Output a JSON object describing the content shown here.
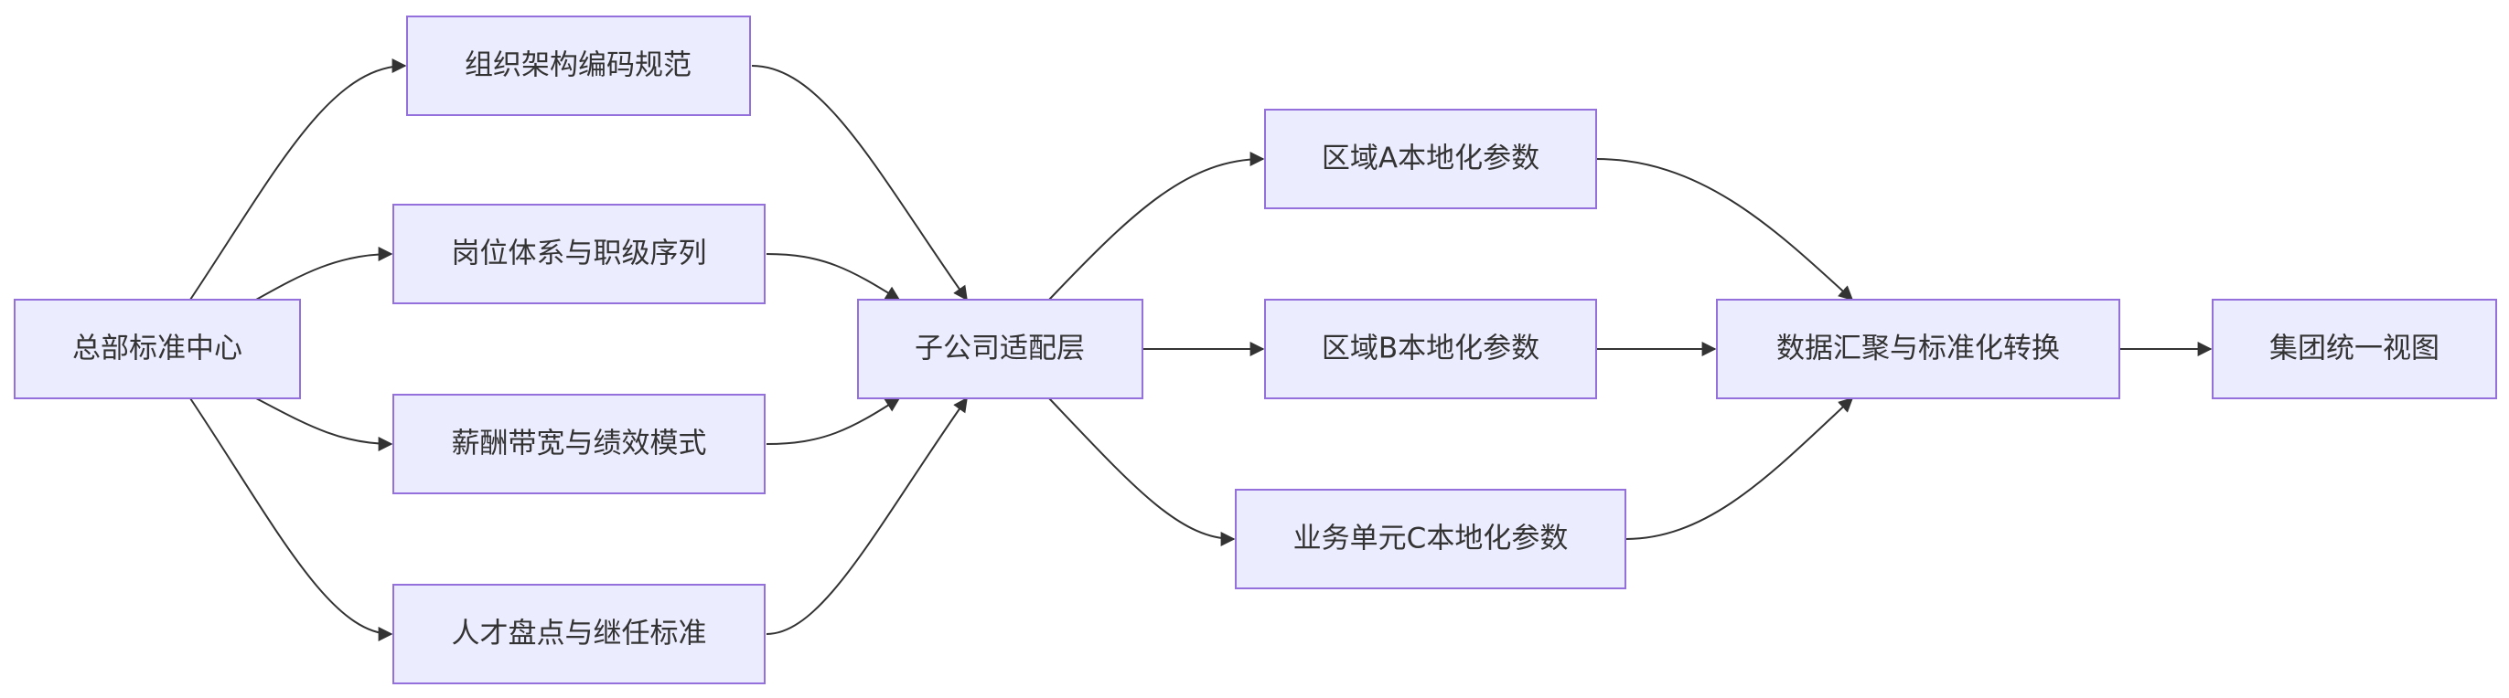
{
  "nodes": {
    "hq": {
      "label": "总部标准中心"
    },
    "org": {
      "label": "组织架构编码规范"
    },
    "post": {
      "label": "岗位体系与职级序列"
    },
    "pay": {
      "label": "薪酬带宽与绩效模式"
    },
    "talent": {
      "label": "人才盘点与继任标准"
    },
    "sub": {
      "label": "子公司适配层"
    },
    "regionA": {
      "label": "区域A本地化参数"
    },
    "regionB": {
      "label": "区域B本地化参数"
    },
    "unitC": {
      "label": "业务单元C本地化参数"
    },
    "agg": {
      "label": "数据汇聚与标准化转换"
    },
    "group": {
      "label": "集团统一视图"
    }
  },
  "colors": {
    "node_fill": "#ececff",
    "node_border": "#9370db",
    "edge": "#333333",
    "text": "#333333"
  }
}
